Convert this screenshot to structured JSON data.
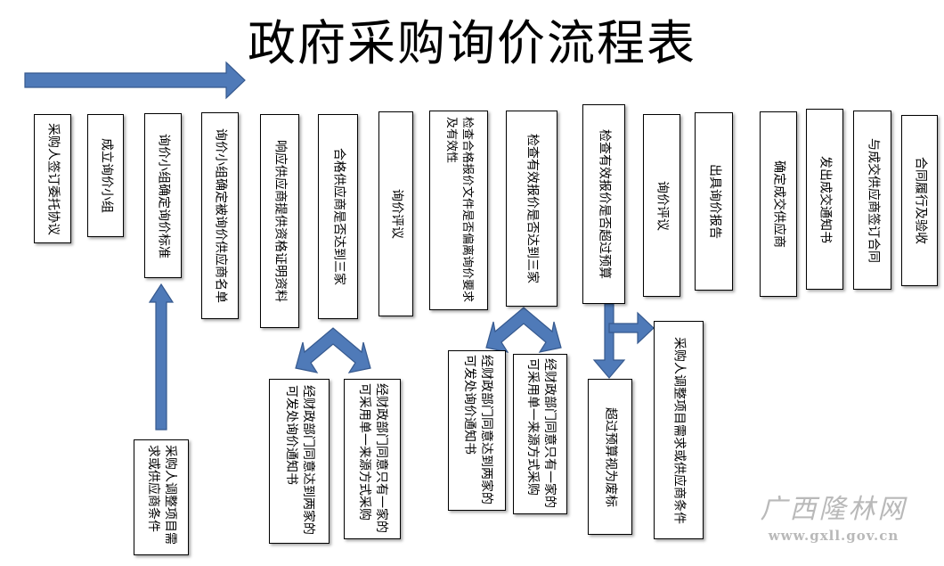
{
  "title": "政府采购询价流程表",
  "colors": {
    "arrow": "#4f7ab8",
    "arrow_stroke": "#36598e",
    "border": "#000000"
  },
  "steps": [
    {
      "id": "s1",
      "text": "采购人签订委托协议"
    },
    {
      "id": "s2",
      "text": "成立询价小组"
    },
    {
      "id": "s3",
      "text": "询价小组确定询价标准"
    },
    {
      "id": "s4",
      "text": "询价小组确定被询价供应商名单"
    },
    {
      "id": "s5",
      "text": "响应供应商提供资格证明资料"
    },
    {
      "id": "s6",
      "text": "合格供应商是否达到三家"
    },
    {
      "id": "s7",
      "text": "询价评议"
    },
    {
      "id": "s8",
      "text": "检查合格报价文件是否偏离询价要求及有效性"
    },
    {
      "id": "s9",
      "text": "检查有效报价是否达到三家"
    },
    {
      "id": "s10",
      "text": "检查有效报价是否超过预算"
    },
    {
      "id": "s11",
      "text": "询价评议"
    },
    {
      "id": "s12",
      "text": "出具询价报告"
    },
    {
      "id": "s13",
      "text": "确定成交供应商"
    },
    {
      "id": "s14",
      "text": "发出成交通知书"
    },
    {
      "id": "s15",
      "text": "与成交供应商签订合同"
    },
    {
      "id": "s16",
      "text": "合同履行及验收"
    }
  ],
  "branches": [
    {
      "id": "b1",
      "text": "采购人调整项目需求或供应商条件"
    },
    {
      "id": "b2",
      "text": "经财政部门同意达到两家的可发处询价通知书"
    },
    {
      "id": "b3",
      "text": "经财政部门同意只有一家的可采用单一来源方式采购"
    },
    {
      "id": "b4",
      "text": "经财政部门同意达到两家的可发处询价通知书"
    },
    {
      "id": "b5",
      "text": "经财政部门同意只有一家的可采用单一来源方式采购"
    },
    {
      "id": "b6",
      "text": "超过预算视为废标"
    },
    {
      "id": "b7",
      "text": "采购人调整项目需求或供应商条件"
    }
  ],
  "watermark": {
    "name": "广西隆林网",
    "url": "www.gxll.gov.cn"
  }
}
